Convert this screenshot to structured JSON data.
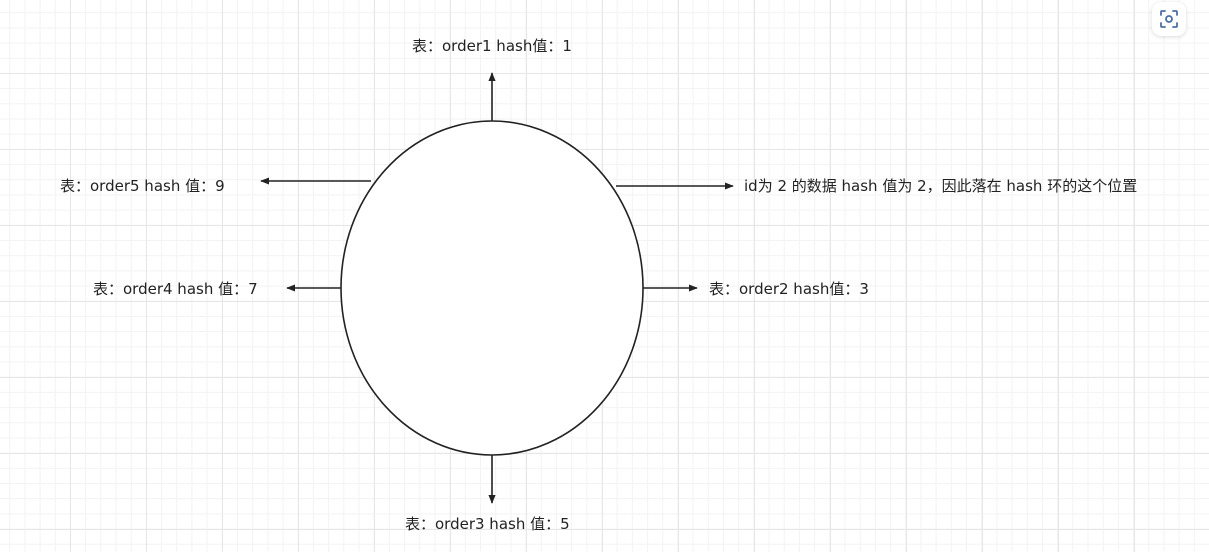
{
  "labels": {
    "top": "表：order1 hash值：1",
    "left_upper": "表：order5 hash 值：9",
    "right_upper": "id为 2 的数据 hash 值为 2，因此落在 hash 环的这个位置",
    "left_lower": "表：order4 hash 值：7",
    "right_lower": "表：order2 hash值：3",
    "bottom": "表：order3 hash 值：5"
  },
  "colors": {
    "stroke": "#222222",
    "grid_major": "#e6e6e6",
    "grid_minor": "#f3f3f3",
    "accent": "#4a6fa5"
  },
  "toolbar": {
    "focus_icon": "scan-focus-icon"
  }
}
